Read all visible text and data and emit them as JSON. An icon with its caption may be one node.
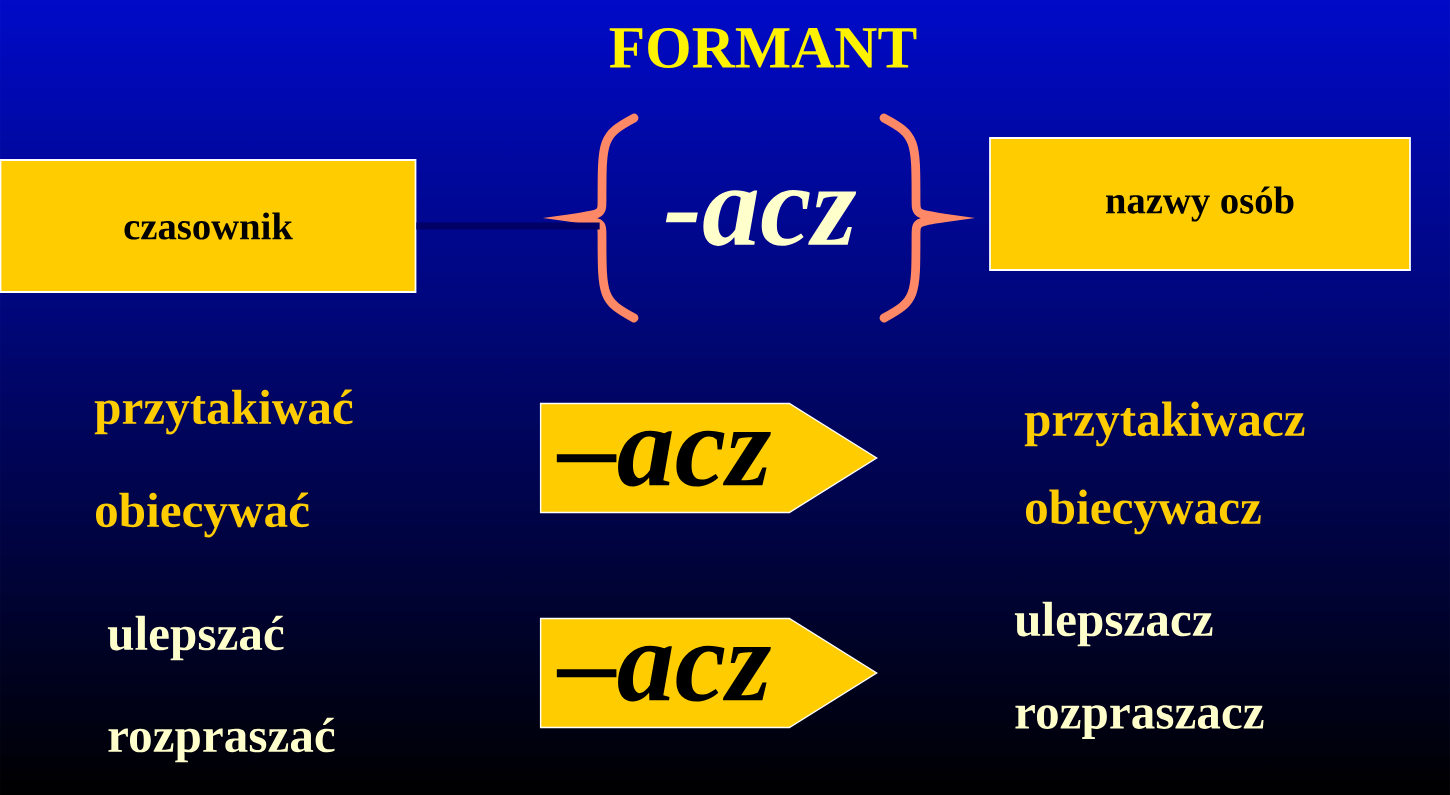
{
  "diagram": {
    "title": "FORMANT",
    "nodes": [
      {
        "text": [
          "czasownik"
        ]
      },
      {
        "text": [
          "-acz"
        ]
      },
      {
        "text": [
          "nazwy osób"
        ]
      },
      {
        "text": [
          "–acz"
        ]
      },
      {
        "text": [
          "–acz"
        ]
      }
    ],
    "edges": [
      {
        "from": 0,
        "to": 1,
        "arrow": "none"
      }
    ],
    "labels": [
      "przytakiwać",
      "przytakiwacz",
      "obiecywać",
      "obiecywacz",
      "ulepszać",
      "ulepszacz",
      "rozpraszać",
      "rozpraszacz"
    ]
  }
}
